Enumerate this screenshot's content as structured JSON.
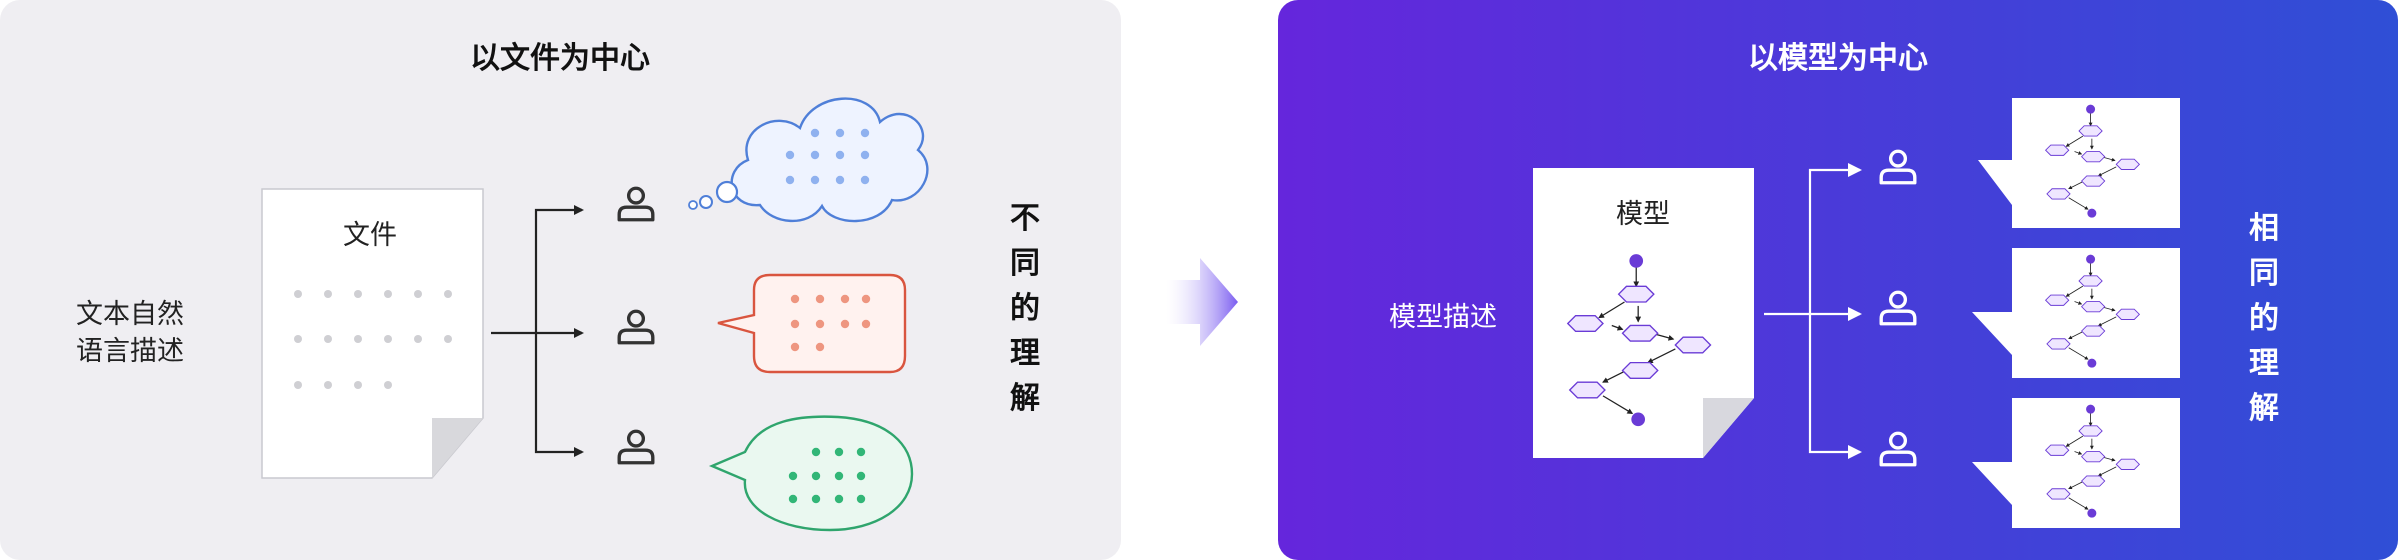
{
  "left_panel": {
    "title": "以文件为中心",
    "input_label_lines": [
      "文本自然",
      "语言描述"
    ],
    "document_label": "文件",
    "result_chars": [
      "不",
      "同",
      "的",
      "理",
      "解"
    ],
    "bubble_colors": [
      "#4f7fd8",
      "#d9553f",
      "#2fa56d"
    ]
  },
  "transition_arrow": {
    "icon": "arrow-right-icon",
    "color": "#8a6cf0"
  },
  "right_panel": {
    "title": "以模型为中心",
    "input_label": "模型描述",
    "document_label": "模型",
    "result_chars": [
      "相",
      "同",
      "的",
      "理",
      "解"
    ],
    "accent_color": "#6a3bd6"
  },
  "icons": {
    "user": "user-icon",
    "document": "document-icon",
    "cloud": "thought-cloud-icon",
    "speech": "speech-bubble-icon",
    "flow": "flow-graph-icon"
  }
}
